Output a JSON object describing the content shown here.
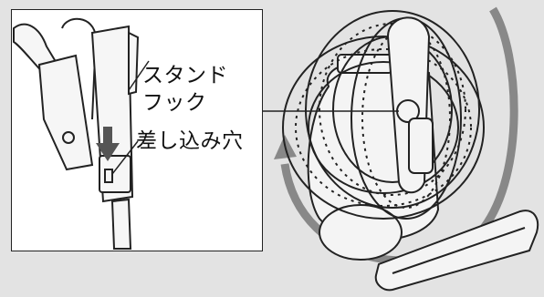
{
  "labels": {
    "stand_line1": "スタンド",
    "stand_line2": "フック",
    "insert_slot": "差し込み穴"
  },
  "colors": {
    "background": "#e3e3e3",
    "inset_background": "#ffffff",
    "line": "#222222",
    "body_fill": "#f4f4f4",
    "rotation_arrow": "#888888",
    "insert_arrow": "#555555"
  },
  "icons": {
    "rotation": "curved-rotation-arrow",
    "insert": "down-arrow"
  }
}
